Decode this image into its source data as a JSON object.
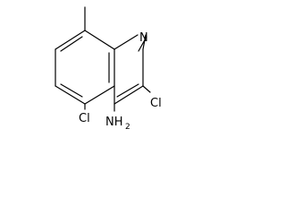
{
  "molecule": {
    "labels": {
      "nitrogen": "N",
      "chloro_3": "Cl",
      "chloro_5": "Cl",
      "amine_main": "NH",
      "amine_sub": "2"
    },
    "bond_color": "#000000",
    "background": "#ffffff"
  }
}
